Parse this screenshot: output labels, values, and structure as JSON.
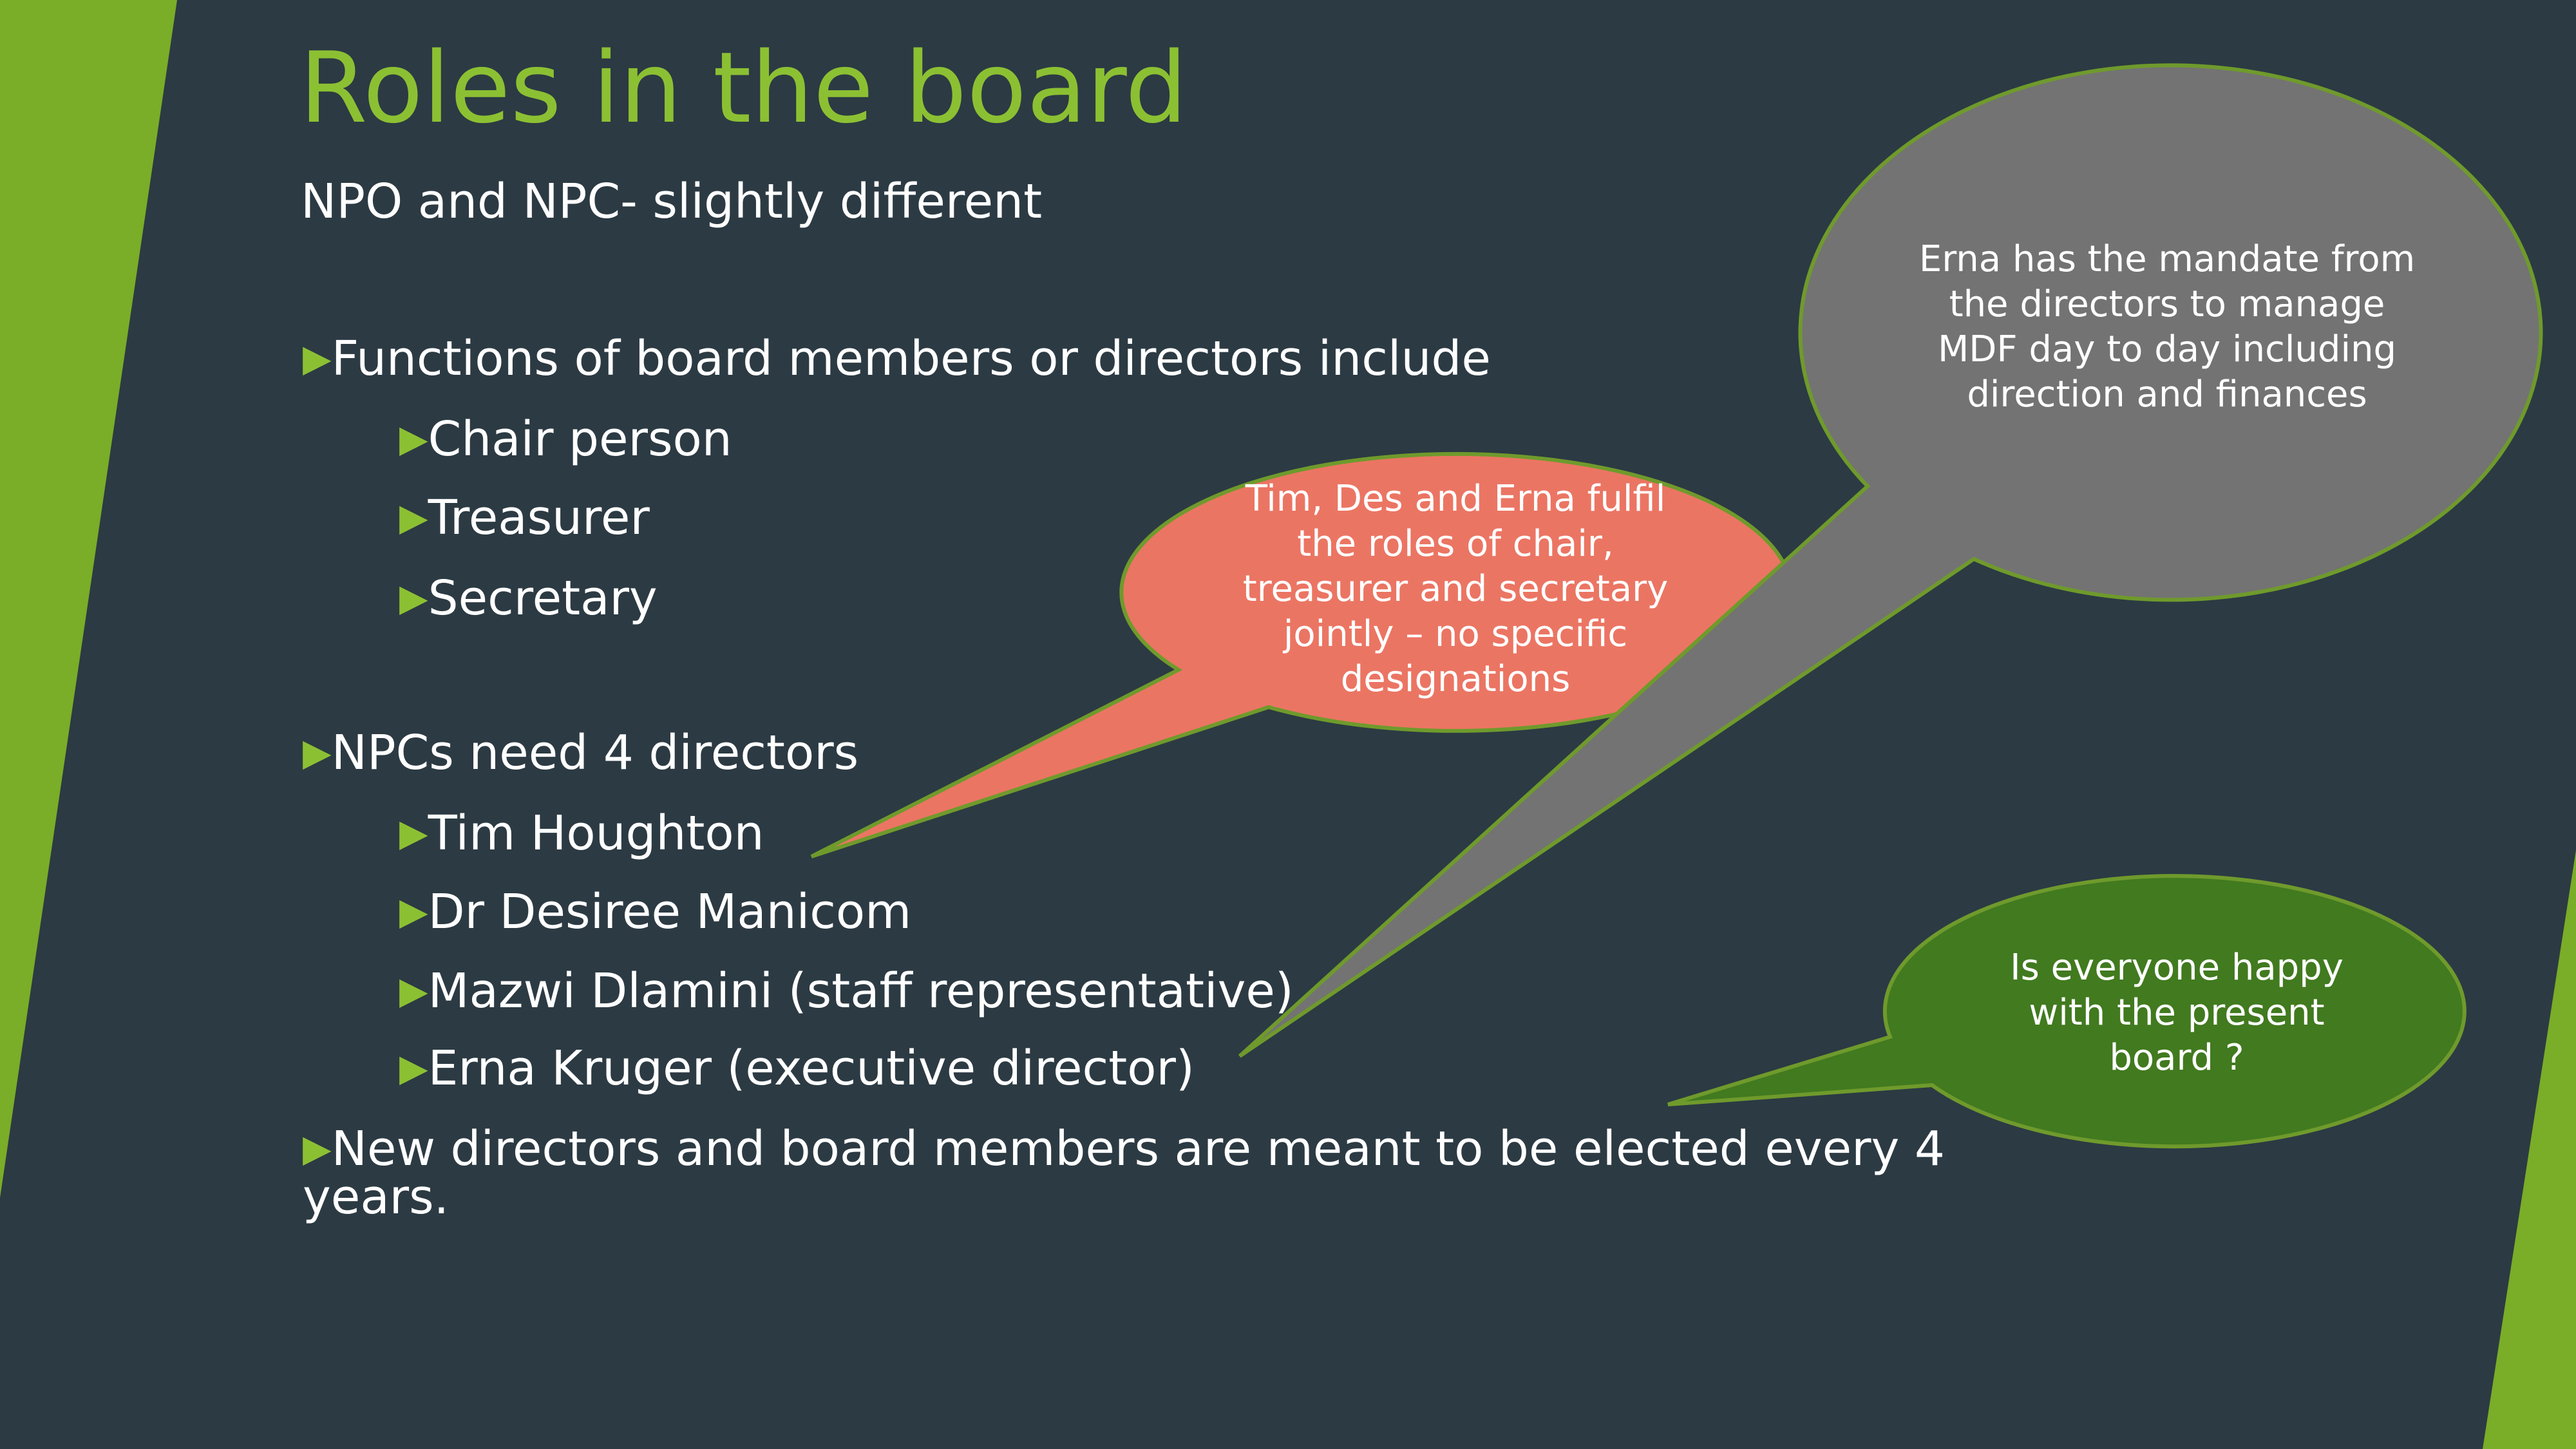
{
  "slide": {
    "title": "Roles in the board",
    "subtitle": "NPO and NPC- slightly different",
    "bullets": {
      "functions": "Functions of board members or directors include",
      "chair": "Chair person",
      "treasurer": "Treasurer",
      "secretary": "Secretary",
      "npcs_need": "NPCs need 4 directors",
      "director_1": "Tim Houghton",
      "director_2": "Dr Desiree Manicom",
      "director_3": "Mazwi Dlamini (staff representative)",
      "director_4": "Erna Kruger (executive director)",
      "new_directors_line1": "New directors and board members are meant to be elected every 4",
      "new_directors_line2": "years."
    },
    "arrow_glyph": "▶"
  },
  "callouts": {
    "red": {
      "lines": [
        "Tim, Des and Erna fulfil",
        "the roles of chair,",
        "treasurer and secretary",
        "jointly – no specific",
        "designations"
      ],
      "color": "#eb7563"
    },
    "grey": {
      "lines": [
        "Erna has the mandate from",
        "the directors to manage",
        "MDF day to day including",
        "direction and finances"
      ],
      "color": "#737373"
    },
    "green": {
      "lines": [
        "Is everyone happy",
        "with the present",
        "board ?"
      ],
      "color": "#417a1f"
    }
  },
  "colors": {
    "background": "#2c3a43",
    "accent": "#8cc033",
    "accent_dark": "#7aad28"
  }
}
